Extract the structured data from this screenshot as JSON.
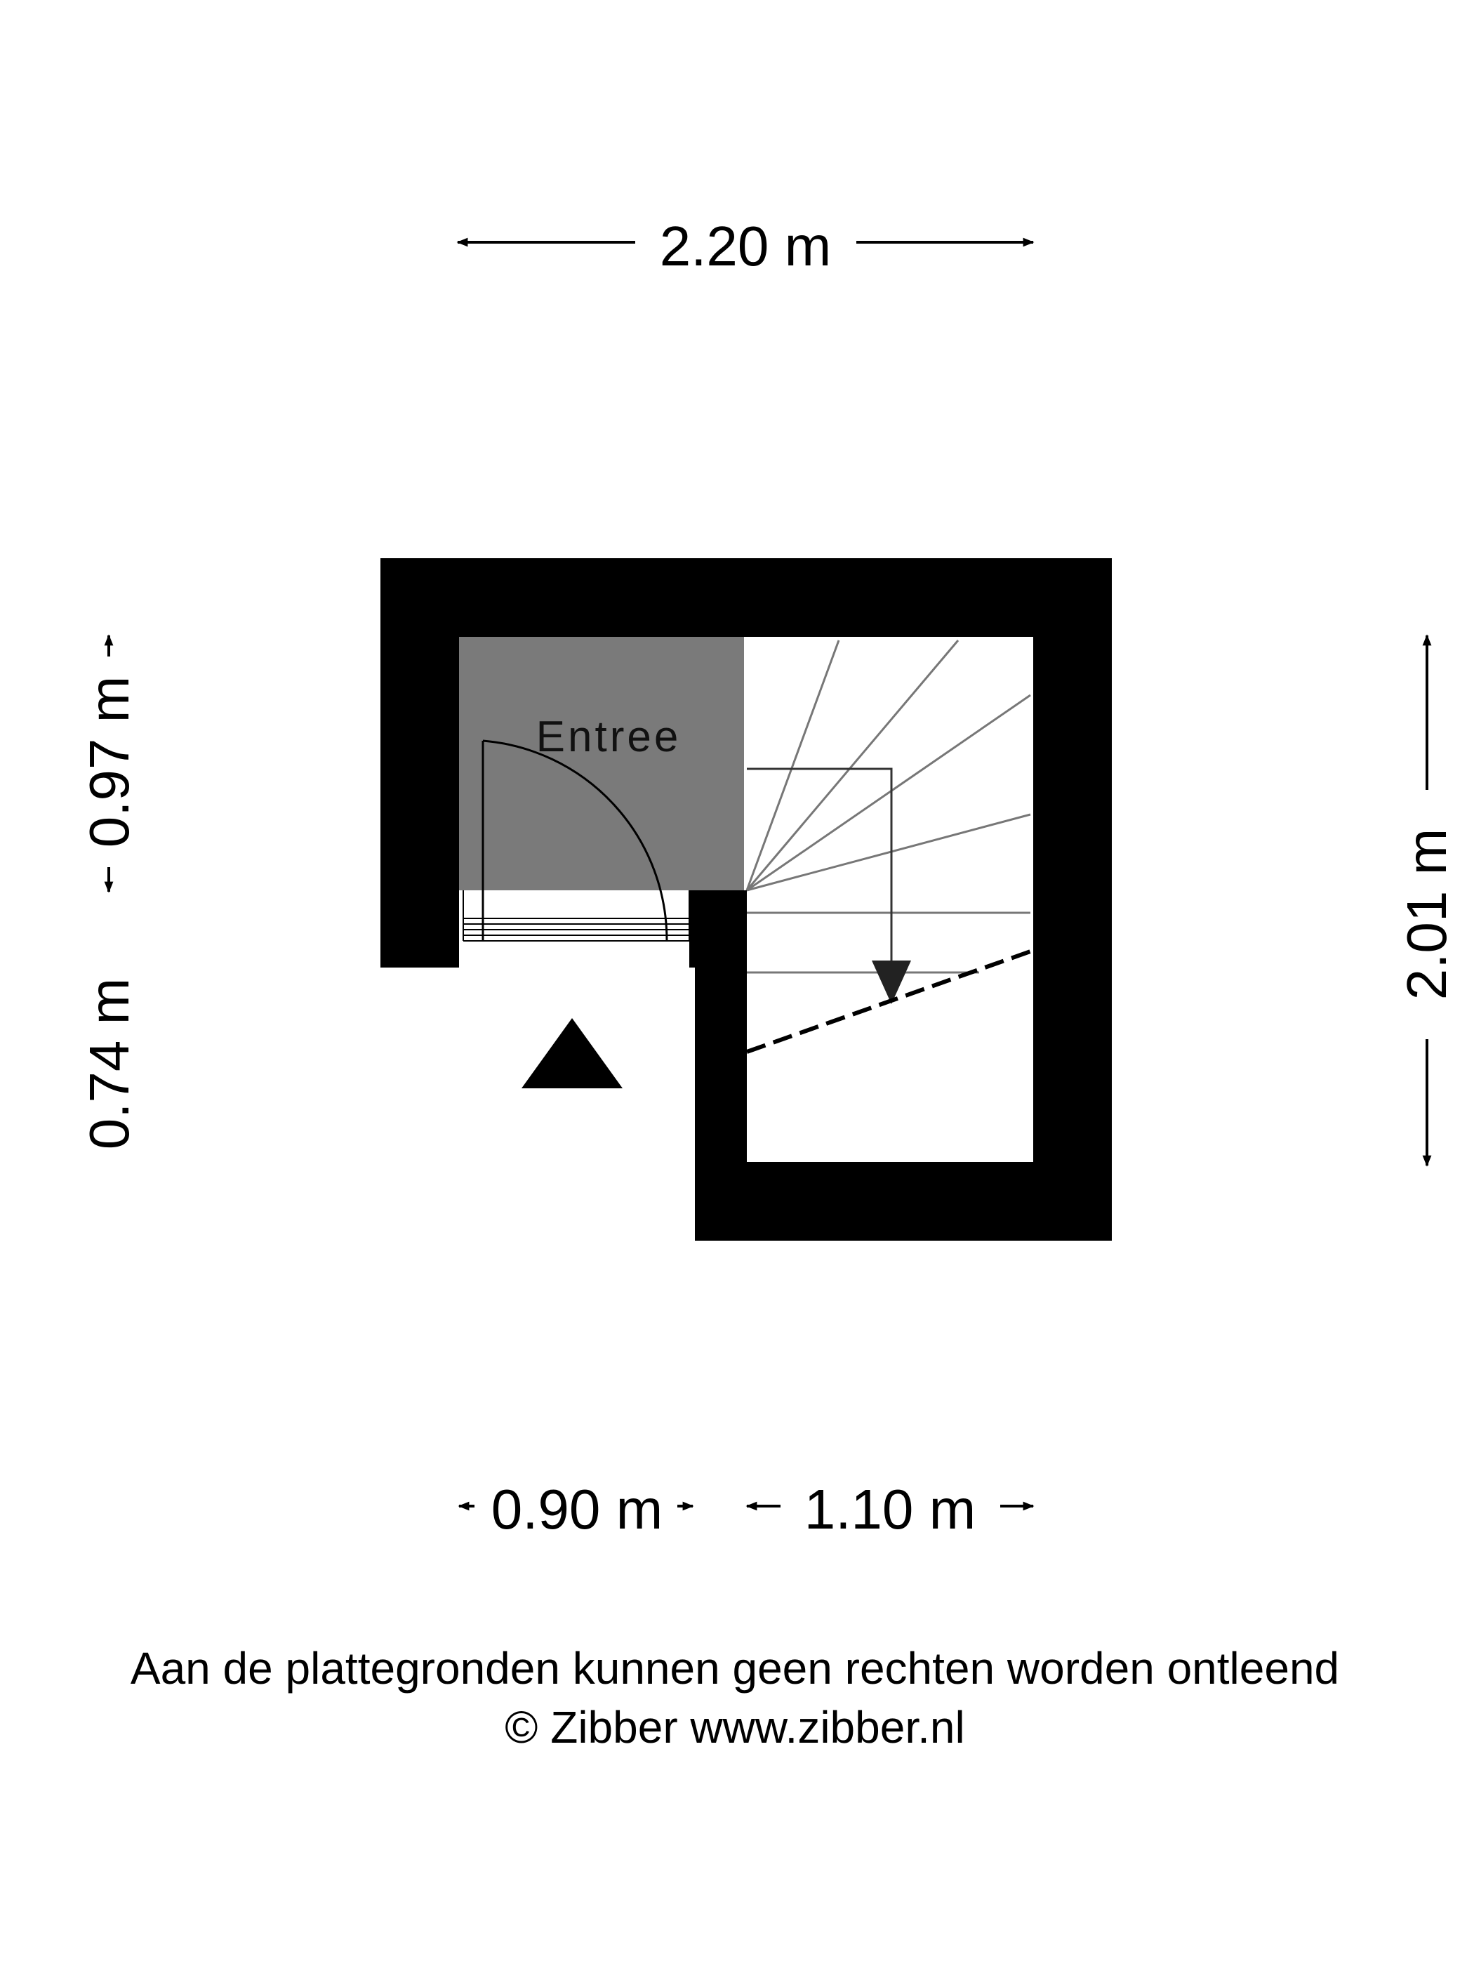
{
  "dimensions": {
    "top_width": "2.20 m",
    "left_upper": "0.97 m",
    "left_lower": "0.74 m",
    "right_height": "2.01 m",
    "bottom_left": "0.90 m",
    "bottom_right": "1.10 m"
  },
  "rooms": {
    "entree": "Entree"
  },
  "footer": {
    "disclaimer": "Aan de plattegronden kunnen geen rechten worden ontleend",
    "copyright": "© Zibber www.zibber.nl"
  },
  "colors": {
    "wall": "#000000",
    "floor_entree": "#7a7a7a",
    "background": "#ffffff"
  }
}
